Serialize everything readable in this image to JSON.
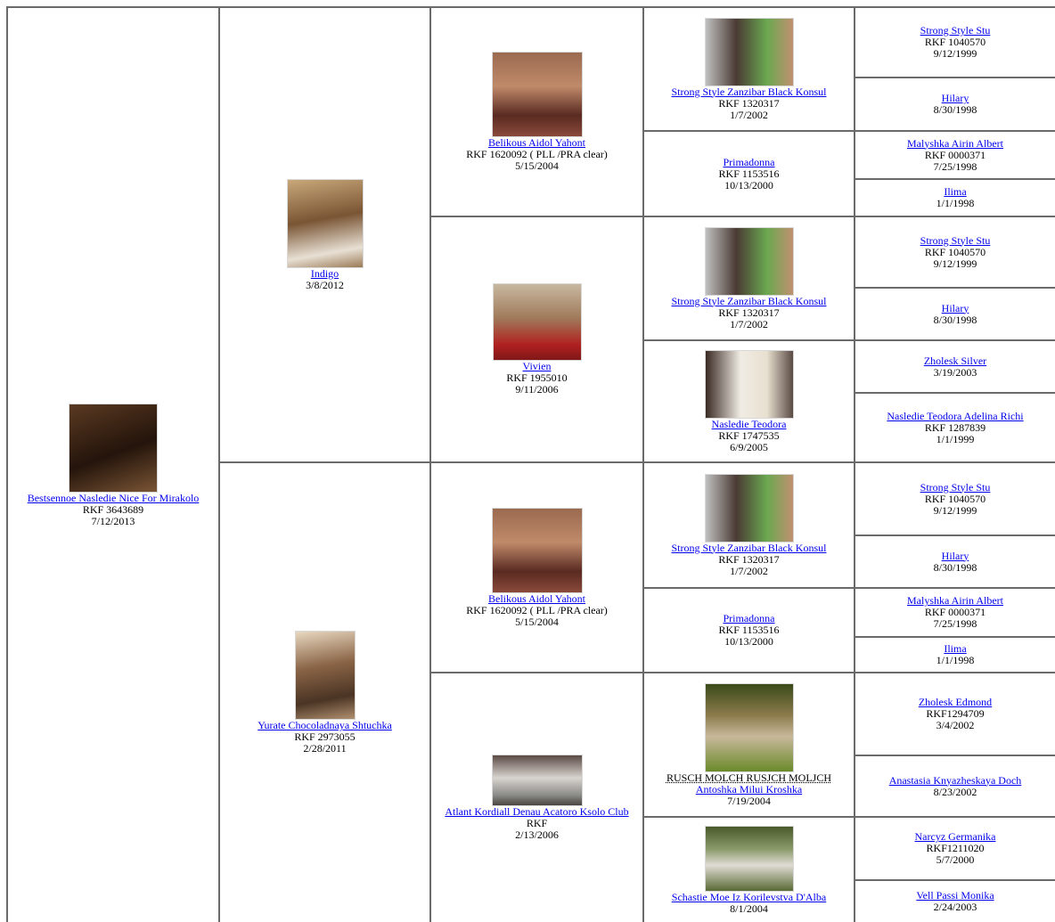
{
  "pedigree": {
    "subject": {
      "name": "Bestsennoe Nasledie Nice For Mirakolo",
      "reg": "RKF 3643689",
      "date": "7/12/2013",
      "photo_color": "#3b2415"
    },
    "sire": {
      "name": "Indigo",
      "date": "3/8/2012",
      "photo_color": "#8b6a46"
    },
    "dam": {
      "name": "Yurate Chocoladnaya Shtuchka",
      "reg": "RKF 2973055",
      "date": "2/28/2011",
      "photo_color": "#6b4a32"
    },
    "ss": {
      "name": "Belikous Aidol Yahont",
      "reg": "RKF 1620092 ( PLL /PRA clear)",
      "date": "5/15/2004",
      "photo_color": "#8a5040"
    },
    "sd": {
      "name": "Vivien",
      "reg": "RKF 1955010",
      "date": "9/11/2006",
      "photo_color": "#9a7a60"
    },
    "ds": {
      "name": "Belikous Aidol Yahont",
      "reg": "RKF 1620092 ( PLL /PRA clear)",
      "date": "5/15/2004",
      "photo_color": "#8a5040"
    },
    "dd": {
      "name": "Atlant Kordiall Denau Acatoro Ksolo Club",
      "reg": "RKF",
      "date": "2/13/2006",
      "photo_color": "#7a6a66"
    },
    "sss": {
      "name": "Strong Style Zanzibar Black Konsul",
      "reg": "RKF 1320317",
      "date": "1/7/2002",
      "photo_color": "#6e8a62"
    },
    "ssd": {
      "name": "Primadonna",
      "reg": "RKF 1153516",
      "date": "10/13/2000"
    },
    "sds": {
      "name": "Strong Style Zanzibar Black Konsul",
      "reg": "RKF 1320317",
      "date": "1/7/2002",
      "photo_color": "#6e8a62"
    },
    "sdd": {
      "name": "Nasledie Teodora",
      "reg": "RKF 1747535",
      "date": "6/9/2005",
      "photo_color": "#5a4a44"
    },
    "dss": {
      "name": "Strong Style Zanzibar Black Konsul",
      "reg": "RKF 1320317",
      "date": "1/7/2002",
      "photo_color": "#6e8a62"
    },
    "dsd": {
      "name": "Primadonna",
      "reg": "RKF 1153516",
      "date": "10/13/2000"
    },
    "dds": {
      "name": "Antoshka Milui Kroshka",
      "note": "RUSCH MOLCH RUSJCH MOLJCH",
      "date": "7/19/2004",
      "photo_color": "#6a7a3a"
    },
    "ddd": {
      "name": "Schastie Moe Iz Korilevstva D'Alba",
      "date": "8/1/2004",
      "photo_color": "#5a6a46"
    },
    "g5": [
      {
        "name": "Strong Style Stu",
        "reg": "RKF 1040570",
        "date": "9/12/1999"
      },
      {
        "name": "Hilary",
        "date": "8/30/1998"
      },
      {
        "name": "Malyshka Airin Albert",
        "reg": "RKF 0000371",
        "date": "7/25/1998"
      },
      {
        "name": "Ilima",
        "date": "1/1/1998"
      },
      {
        "name": "Strong Style Stu",
        "reg": "RKF 1040570",
        "date": "9/12/1999"
      },
      {
        "name": "Hilary",
        "date": "8/30/1998"
      },
      {
        "name": "Zholesk Silver",
        "date": "3/19/2003"
      },
      {
        "name": "Nasledie Teodora Adelina Richi",
        "reg": "RKF 1287839",
        "date": "1/1/1999"
      },
      {
        "name": "Strong Style Stu",
        "reg": "RKF 1040570",
        "date": "9/12/1999"
      },
      {
        "name": "Hilary",
        "date": "8/30/1998"
      },
      {
        "name": "Malyshka Airin Albert",
        "reg": "RKF 0000371",
        "date": "7/25/1998"
      },
      {
        "name": "Ilima",
        "date": "1/1/1998"
      },
      {
        "name": "Zholesk Edmond",
        "reg": "RKF1294709",
        "date": "3/4/2002"
      },
      {
        "name": "Anastasia Knyazheskaya Doch",
        "date": "8/23/2002"
      },
      {
        "name": "Narcyz Germanika",
        "reg": "RKF1211020",
        "date": "5/7/2000"
      },
      {
        "name": "Vell Passi Monika",
        "date": "2/24/2003"
      }
    ]
  }
}
